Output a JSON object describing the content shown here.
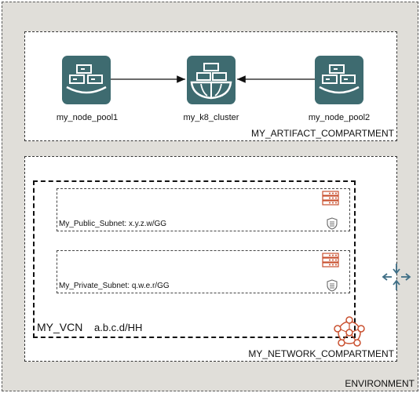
{
  "environment": {
    "label": "ENVIRONMENT"
  },
  "artifact_compartment": {
    "label": "MY_ARTIFACT_COMPARTMENT",
    "nodes": {
      "pool1": "my_node_pool1",
      "cluster": "my_k8_cluster",
      "pool2": "my_node_pool2"
    }
  },
  "network_compartment": {
    "label": "MY_NETWORK_COMPARTMENT",
    "vcn": {
      "label": "MY_VCN",
      "cidr": "a.b.c.d/HH",
      "subnets": [
        {
          "label": "My_Public_Subnet: x.y.z.w/GG"
        },
        {
          "label": "My_Private_Subnet: q.w.e.r/GG"
        }
      ]
    }
  },
  "colors": {
    "teal": "#3e6b70",
    "accent_orange": "#c9502f",
    "environment_bg": "#e0ded9",
    "router_blue": "#3f6f86"
  },
  "icons": [
    "node-pool-icon",
    "k8-cluster-icon",
    "subnet-list-icon",
    "security-list-icon",
    "vcn-icon",
    "router-icon"
  ]
}
